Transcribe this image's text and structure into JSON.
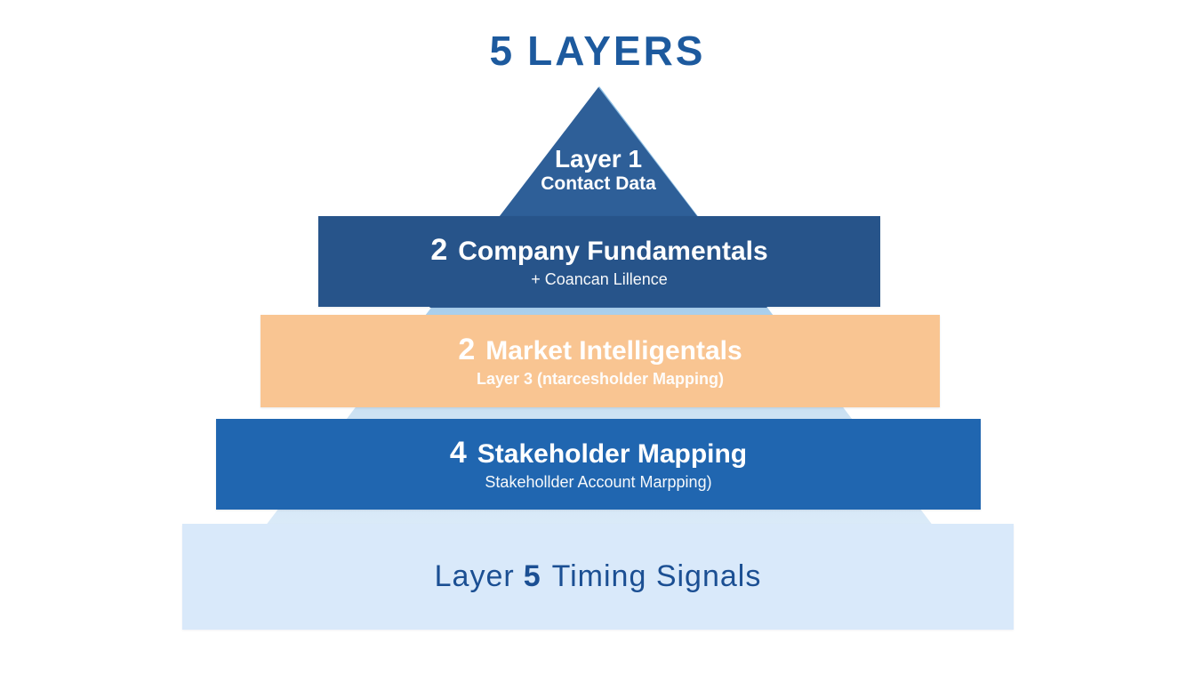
{
  "header": {
    "num": "5",
    "word": "LAYERS"
  },
  "pyramid": {
    "layer1": {
      "title": "Layer 1",
      "subtitle": "Contact Data"
    },
    "layer2": {
      "num": "2",
      "label": "Company Fundamentals",
      "subtitle": "+ Coancan Lillence"
    },
    "layer3": {
      "num": "2",
      "label": "Market Intelligentals",
      "subtitle": "Layer 3 (ntarcesholder Mapping)"
    },
    "layer4": {
      "num": "4",
      "label": "Stakeholder Mapping",
      "subtitle": "Stakehollder Account Marpping)"
    },
    "layer5": {
      "pre": "Layer",
      "num": "5",
      "label": "Timing Signals"
    }
  },
  "colors": {
    "title_text": "#1d5a9e",
    "triangle_top": "#2e5f98",
    "band2": "#27548a",
    "band3": "#f9c592",
    "band4": "#2066b0",
    "band5": "#d9e9fa",
    "band5_text": "#1b4f93",
    "silhouette_top": "#aacfec",
    "silhouette_bottom": "#daeaf8",
    "background": "#ffffff"
  }
}
